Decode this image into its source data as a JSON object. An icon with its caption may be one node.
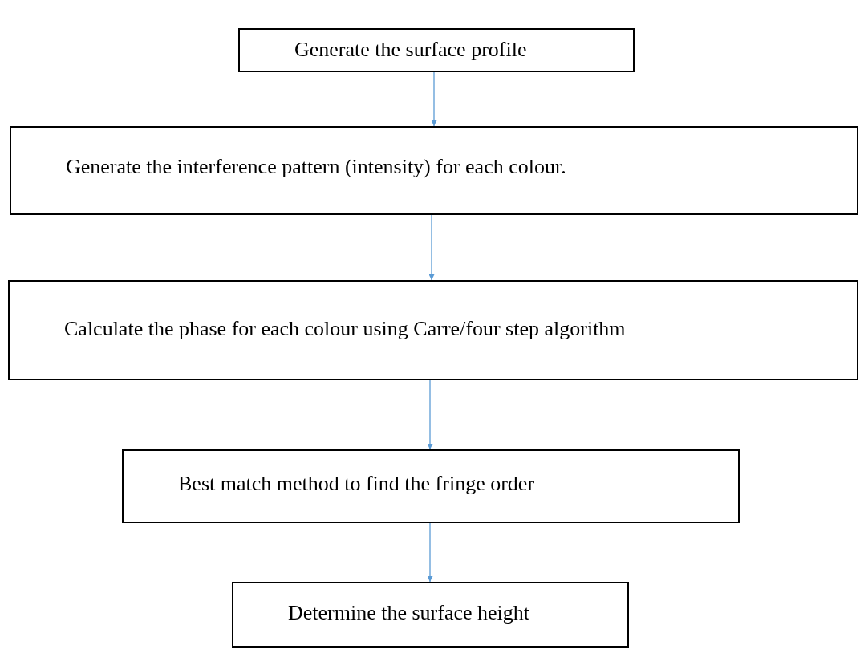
{
  "diagram": {
    "nodes": [
      {
        "text": [
          "Generate the surface profile"
        ]
      },
      {
        "text": [
          "Generate the interference pattern (intensity) for each colour."
        ]
      },
      {
        "text": [
          "Calculate the phase for each colour using Carre/four step algorithm"
        ]
      },
      {
        "text": [
          "Best match method to find the fringe order"
        ]
      },
      {
        "text": [
          "Determine the surface height"
        ]
      }
    ],
    "edges": [
      {
        "from": 0,
        "to": 1,
        "arrow": "to"
      },
      {
        "from": 1,
        "to": 2,
        "arrow": "to"
      },
      {
        "from": 2,
        "to": 3,
        "arrow": "to"
      },
      {
        "from": 3,
        "to": 4,
        "arrow": "to"
      }
    ]
  }
}
